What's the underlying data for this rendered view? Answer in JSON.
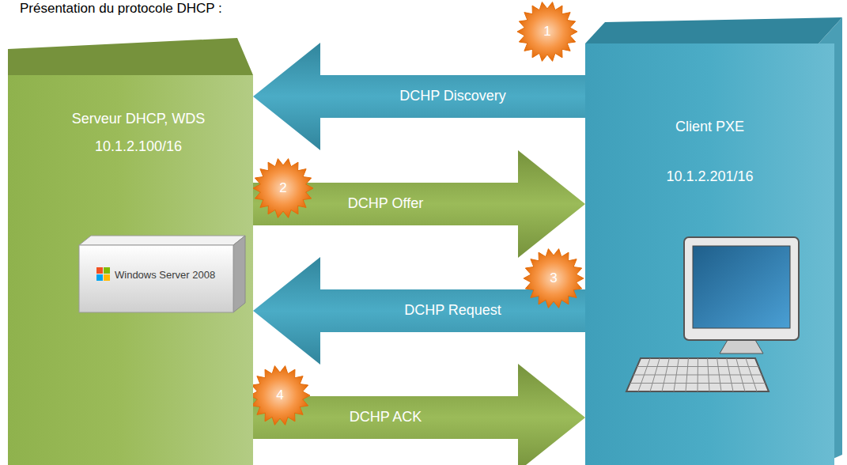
{
  "diagram": {
    "title": "Présentation du protocole DHCP :",
    "nodes": [
      {
        "text": [
          "Serveur DHCP, WDS",
          "10.1.2.100/16"
        ]
      },
      {
        "text": [
          "Client PXE",
          "10.1.2.201/16"
        ]
      }
    ],
    "edges": [
      {
        "from": 1,
        "to": 0,
        "arrow": "to",
        "label": "DCHP Discovery"
      },
      {
        "from": 0,
        "to": 1,
        "arrow": "to",
        "label": "DCHP Offer"
      },
      {
        "from": 1,
        "to": 0,
        "arrow": "to",
        "label": "DCHP Request"
      },
      {
        "from": 0,
        "to": 1,
        "arrow": "to",
        "label": "DCHP ACK"
      }
    ],
    "labels": [
      "1",
      "2",
      "3",
      "4",
      "Windows Server 2008"
    ]
  }
}
